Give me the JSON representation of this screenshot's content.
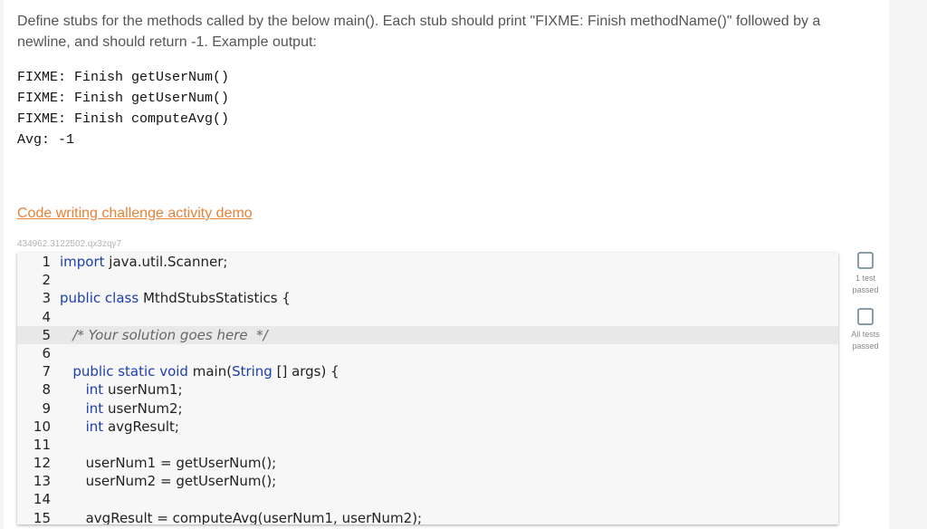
{
  "prompt": {
    "text": "Define stubs for the methods called by the below main(). Each stub should print \"FIXME: Finish methodName()\" followed by a newline, and should return -1. Example output:"
  },
  "example_output": [
    "FIXME: Finish getUserNum()",
    "FIXME: Finish getUserNum()",
    "FIXME: Finish computeAvg()",
    "Avg: -1"
  ],
  "demo_link": "Code writing challenge activity demo",
  "activity_id": "434962.3122502.qx3zqy7",
  "editor": {
    "lines": [
      {
        "num": "1",
        "text": "import java.util.Scanner;"
      },
      {
        "num": "2",
        "text": ""
      },
      {
        "num": "3",
        "text": "public class MthdStubsStatistics {"
      },
      {
        "num": "4",
        "text": ""
      },
      {
        "num": "5",
        "text": "   /* Your solution goes here  */"
      },
      {
        "num": "6",
        "text": ""
      },
      {
        "num": "7",
        "text": "   public static void main(String [] args) {"
      },
      {
        "num": "8",
        "text": "      int userNum1;"
      },
      {
        "num": "9",
        "text": "      int userNum2;"
      },
      {
        "num": "10",
        "text": "      int avgResult;"
      },
      {
        "num": "11",
        "text": ""
      },
      {
        "num": "12",
        "text": "      userNum1 = getUserNum();"
      },
      {
        "num": "13",
        "text": "      userNum2 = getUserNum();"
      },
      {
        "num": "14",
        "text": ""
      },
      {
        "num": "15",
        "text": "      avgResult = computeAvg(userNum1, userNum2);"
      }
    ]
  },
  "status": [
    {
      "label": "1 test passed",
      "icon": "square-badge-icon"
    },
    {
      "label": "All tests passed",
      "icon": "square-badge-icon"
    }
  ],
  "colors": {
    "link": "#e7823a",
    "keyword": "#1c3fb0",
    "badge_border": "#607d8b"
  }
}
